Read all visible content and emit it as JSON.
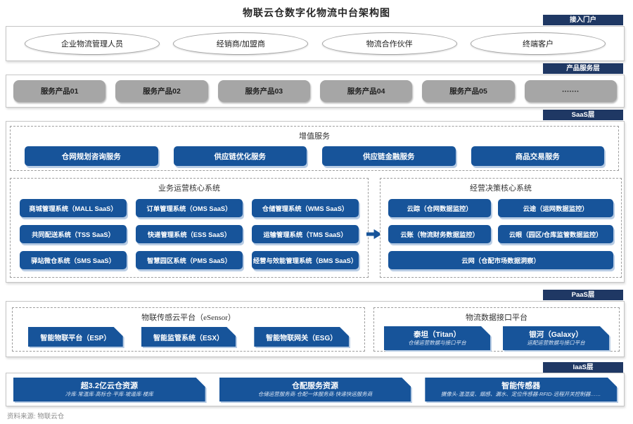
{
  "title": "物联云仓数字化物流中台架构图",
  "footer": {
    "source": "资料来源: 物联云仓"
  },
  "colors": {
    "accent_blue": "#17549a",
    "navy_tag": "#1f3864",
    "light_blue_shadow": "#b8cce4",
    "gray_box": "#a6a6a6"
  },
  "portal": {
    "tag": "接入门户",
    "ellipses": [
      {
        "label": "企业物流管理人员"
      },
      {
        "label": "经销商/加盟商"
      },
      {
        "label": "物流合作伙伴"
      },
      {
        "label": "终端客户"
      }
    ]
  },
  "products": {
    "tag": "产品服务层",
    "items": [
      "服务产品01",
      "服务产品02",
      "服务产品03",
      "服务产品04",
      "服务产品05",
      "·······"
    ]
  },
  "saas": {
    "tag": "SaaS层",
    "value_added": {
      "title": "增值服务",
      "items": [
        "仓网规划咨询服务",
        "供应链优化服务",
        "供应链金融服务",
        "商品交易服务"
      ]
    },
    "business_ops": {
      "title": "业务运营核心系统",
      "items": [
        "商城管理系统（MALL SaaS）",
        "订单管理系统（OMS SaaS）",
        "仓储管理系统（WMS SaaS）",
        "共同配送系统（TSS SaaS）",
        "快递管理系统（ESS SaaS）",
        "运输管理系统（TMS SaaS）",
        "驿站微仓系统（SMS SaaS）",
        "智慧园区系统（PMS SaaS）",
        "经营与效能管理系统（BMS SaaS）"
      ]
    },
    "decision": {
      "title": "经营决策核心系统",
      "items": [
        "云踪（仓网数据监控）",
        "云途（运网数据监控）",
        "云账（物流财务数据监控）",
        "云眼（园区/仓库监管数据监控）",
        "云网（仓配市场数据洞察）"
      ]
    }
  },
  "paas": {
    "tag": "PaaS层",
    "sensor_cloud": {
      "title": "物联传感云平台（eSensor）",
      "items": [
        "智能物联平台（ESP）",
        "智能监管系统（ESX）",
        "智能物联网关（ESG）"
      ]
    },
    "data_interface": {
      "title": "物流数据接口平台",
      "items": [
        {
          "name": "泰坦（Titan）",
          "desc": "仓储运营数据与接口平台"
        },
        {
          "name": "银河（Galaxy）",
          "desc": "运配运营数据与接口平台"
        }
      ]
    }
  },
  "iaas": {
    "tag": "IaaS层",
    "items": [
      {
        "name": "超3.2亿云仓资源",
        "desc": "冷库·常温库·高标仓·平库·坡道库·楼库"
      },
      {
        "name": "仓配服务资源",
        "desc": "仓储运营服务商·仓配一体服务商·快递快运服务商"
      },
      {
        "name": "智能传感器",
        "desc": "摄像头·温湿度、烟感、漏水、定位传感器·RFID·远程开关控制器……"
      }
    ]
  }
}
